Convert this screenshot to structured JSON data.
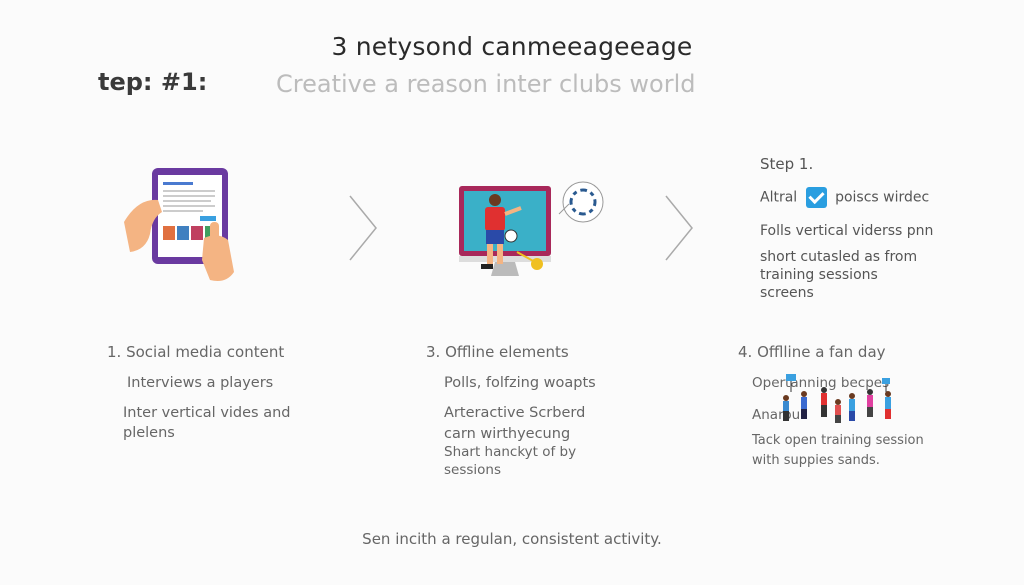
{
  "header": {
    "title": "3 netysond canmeeageeage",
    "step_label": "tep: #1:",
    "subtitle": "Creative a reason inter clubs world"
  },
  "columns": [
    {
      "heading": "1. Social media content",
      "items": [
        "Interviews a players",
        "Inter vertical vides and",
        "plelens"
      ],
      "icon": "tablet-hand-icon"
    },
    {
      "heading": "3. Offline elements",
      "items": [
        "Polls, folfzing woapts",
        "Arteractive Scrberd",
        "carn wirthyecung",
        "Shart hanckyt of by",
        "sessions"
      ],
      "icon": "monitor-player-icon"
    },
    {
      "heading": "4. Offlline a fan day",
      "items": [
        "Opertanning becpes",
        "Anarour",
        "Tack open training session",
        "with suppies sands."
      ],
      "icon": "fans-group-icon"
    }
  ],
  "step_panel": {
    "title": "Step 1.",
    "line1_before": "Altral",
    "line1_after": "poiscs wirdec",
    "line2": "Folls vertical viderss pnn",
    "line3": "short cutasled as from",
    "line4": "training sessions",
    "line5": "screens"
  },
  "footer": {
    "text": "Sen incith a regulan, consistent activity."
  },
  "colors": {
    "accent": "#2a9ee0",
    "tablet_frame": "#6a3aa0",
    "monitor_frame": "#a8285a",
    "player_shirt": "#e03030",
    "player_shorts": "#2a4aa8"
  }
}
